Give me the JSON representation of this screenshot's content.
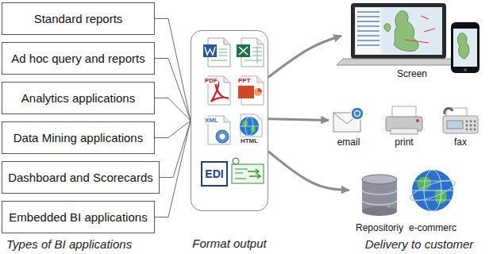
{
  "diagram": {
    "nodes": [
      {
        "text": [
          "Standard reports"
        ]
      },
      {
        "text": [
          "Ad hoc query and reports"
        ]
      },
      {
        "text": [
          "Analytics applications"
        ]
      },
      {
        "text": [
          "Data Mining applications"
        ]
      },
      {
        "text": [
          "Dashboard and Scorecards"
        ]
      },
      {
        "text": [
          "Embedded BI applications"
        ]
      },
      {
        "text": [
          "Format output"
        ]
      },
      {
        "text": [
          "Screen"
        ]
      },
      {
        "text": [
          "email"
        ]
      },
      {
        "text": [
          "print"
        ]
      },
      {
        "text": [
          "fax"
        ]
      },
      {
        "text": [
          "Repositoriy"
        ]
      },
      {
        "text": [
          "e-commerc"
        ]
      }
    ],
    "edges": [
      {
        "from": 0,
        "to": 6,
        "arrow": "none"
      },
      {
        "from": 1,
        "to": 6,
        "arrow": "none"
      },
      {
        "from": 2,
        "to": 6,
        "arrow": "none"
      },
      {
        "from": 3,
        "to": 6,
        "arrow": "none"
      },
      {
        "from": 4,
        "to": 6,
        "arrow": "none"
      },
      {
        "from": 5,
        "to": 6,
        "arrow": "none"
      },
      {
        "from": 6,
        "to": 7,
        "arrow": "to"
      },
      {
        "from": 6,
        "to": 8,
        "arrow": "to"
      },
      {
        "from": 6,
        "to": 11,
        "arrow": "to"
      }
    ],
    "labels": [
      "PDF",
      "PPT",
      "XML",
      "HTML",
      "EDI",
      "Types of BI applications",
      "Delivery to customer"
    ]
  }
}
